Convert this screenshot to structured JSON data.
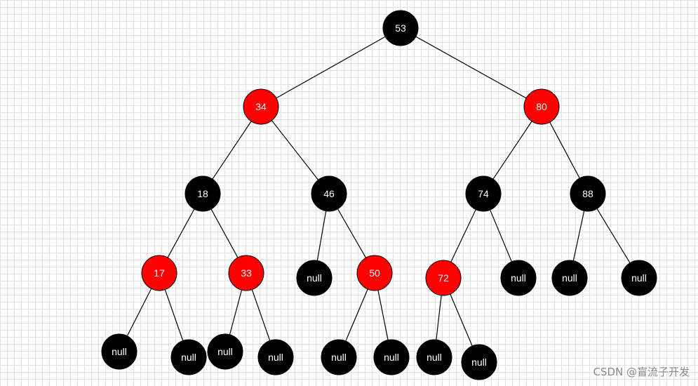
{
  "colors": {
    "black_node": "#000000",
    "red_node": "#ff0000",
    "edge": "#000000",
    "label": "#ffffff"
  },
  "watermark": "CSDN @盲流子开发",
  "nodes": [
    {
      "id": "n53",
      "label": "53",
      "color": "black"
    },
    {
      "id": "n34",
      "label": "34",
      "color": "red"
    },
    {
      "id": "n80",
      "label": "80",
      "color": "red"
    },
    {
      "id": "n18",
      "label": "18",
      "color": "black"
    },
    {
      "id": "n46",
      "label": "46",
      "color": "black"
    },
    {
      "id": "n74",
      "label": "74",
      "color": "black"
    },
    {
      "id": "n88",
      "label": "88",
      "color": "black"
    },
    {
      "id": "n17",
      "label": "17",
      "color": "red"
    },
    {
      "id": "n33",
      "label": "33",
      "color": "red"
    },
    {
      "id": "null46L",
      "label": "null",
      "color": "black"
    },
    {
      "id": "n50",
      "label": "50",
      "color": "red"
    },
    {
      "id": "n72",
      "label": "72",
      "color": "red"
    },
    {
      "id": "null74R",
      "label": "null",
      "color": "black"
    },
    {
      "id": "null88L",
      "label": "null",
      "color": "black"
    },
    {
      "id": "null88R",
      "label": "null",
      "color": "black"
    },
    {
      "id": "null17L",
      "label": "null",
      "color": "black"
    },
    {
      "id": "null17R",
      "label": "null",
      "color": "black"
    },
    {
      "id": "null33L",
      "label": "null",
      "color": "black"
    },
    {
      "id": "null33R",
      "label": "null",
      "color": "black"
    },
    {
      "id": "null50L",
      "label": "null",
      "color": "black"
    },
    {
      "id": "null50R",
      "label": "null",
      "color": "black"
    },
    {
      "id": "null72L",
      "label": "null",
      "color": "black"
    },
    {
      "id": "null72R",
      "label": "null",
      "color": "black"
    }
  ],
  "edges": [
    [
      "n53",
      "n34"
    ],
    [
      "n53",
      "n80"
    ],
    [
      "n34",
      "n18"
    ],
    [
      "n34",
      "n46"
    ],
    [
      "n80",
      "n74"
    ],
    [
      "n80",
      "n88"
    ],
    [
      "n18",
      "n17"
    ],
    [
      "n18",
      "n33"
    ],
    [
      "n46",
      "null46L"
    ],
    [
      "n46",
      "n50"
    ],
    [
      "n74",
      "n72"
    ],
    [
      "n74",
      "null74R"
    ],
    [
      "n88",
      "null88L"
    ],
    [
      "n88",
      "null88R"
    ],
    [
      "n17",
      "null17L"
    ],
    [
      "n17",
      "null17R"
    ],
    [
      "n33",
      "null33L"
    ],
    [
      "n33",
      "null33R"
    ],
    [
      "n50",
      "null50L"
    ],
    [
      "n50",
      "null50R"
    ],
    [
      "n72",
      "null72L"
    ],
    [
      "n72",
      "null72R"
    ]
  ]
}
